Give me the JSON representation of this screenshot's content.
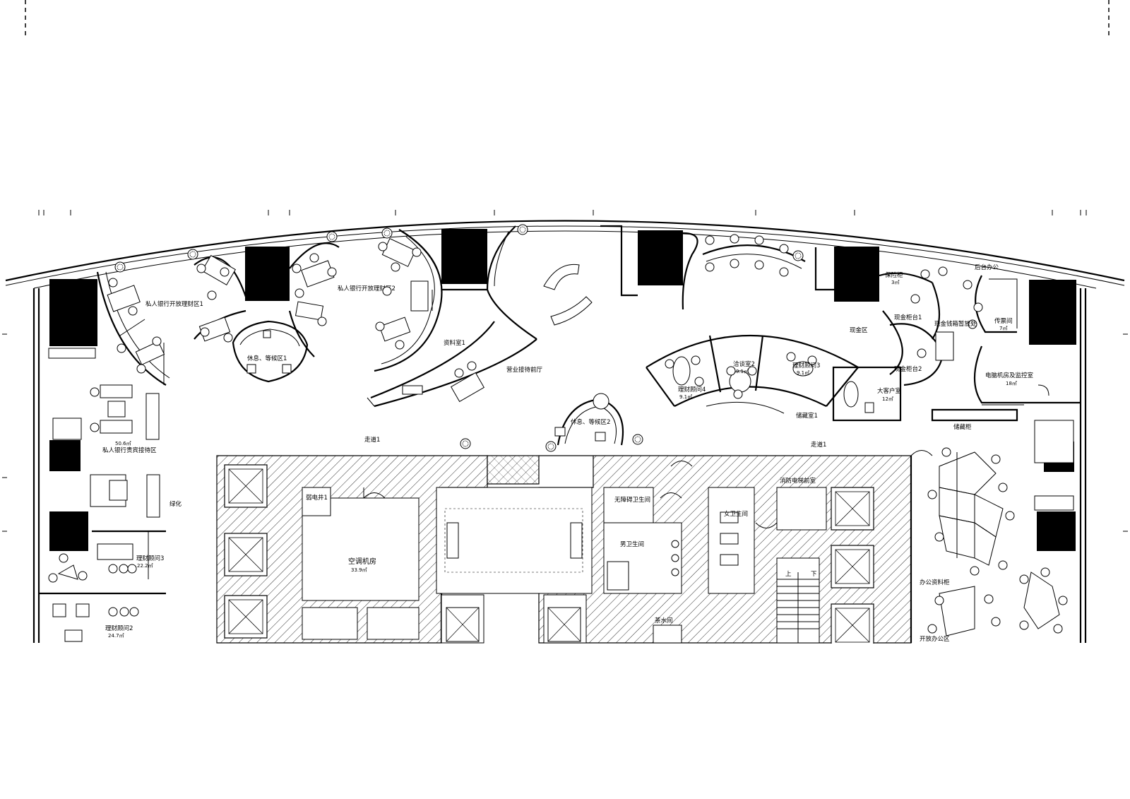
{
  "plan": {
    "rooms": {
      "pb_open_1": "私人银行开放理财区1",
      "pb_open_2": "私人银行开放理财区2",
      "rest_1": "休息、等候区1",
      "rest_2": "休息、等候区2",
      "archive_1": "资料室1",
      "lobby": "营业接待前厅",
      "cash_area": "现金区",
      "safe": "保险柜",
      "safe_area": "3㎡",
      "counter_1": "现金柜台1",
      "counter_2": "现金柜台2",
      "cash_sort": "现金钱箱暂放处",
      "back_office": "后台办公",
      "ticket_room": "传票间",
      "ticket_area": "7㎡",
      "server_room": "电脑机房及监控室",
      "server_area": "18㎡",
      "vip_room": "大客户室",
      "vip_area": "12㎡",
      "storage_1": "储藏室1",
      "advisor_3r": "理财顾问3",
      "advisor_3r_area": "9.1㎡",
      "negotiation_2": "洽谈室2",
      "negotiation_2_area": "9.1㎡",
      "advisor_4": "理财顾问4",
      "advisor_4_area": "9.1㎡",
      "vip_reception": "私人银行贵宾接待区",
      "vip_reception_area": "50.6㎡",
      "green": "绿化",
      "advisor_3": "理财顾问3",
      "advisor_3_area": "22.2㎡",
      "advisor_2": "理财顾问2",
      "advisor_2_area": "24.7㎡",
      "corridor_1a": "走道1",
      "corridor_1b": "走道1",
      "weak_shaft": "弱电井1",
      "ac_room": "空调机房",
      "ac_area": "33.9㎡",
      "accessible_wc": "无障碍卫生间",
      "mens_wc": "男卫生间",
      "womens_wc": "女卫生间",
      "fire_elevator": "消防电梯前室",
      "tea_room": "茶水间",
      "storage_cab": "储藏柜",
      "office_cab": "办公资料柜",
      "open_office": "开放办公区",
      "stair_up": "上",
      "stair_down": "下"
    }
  }
}
